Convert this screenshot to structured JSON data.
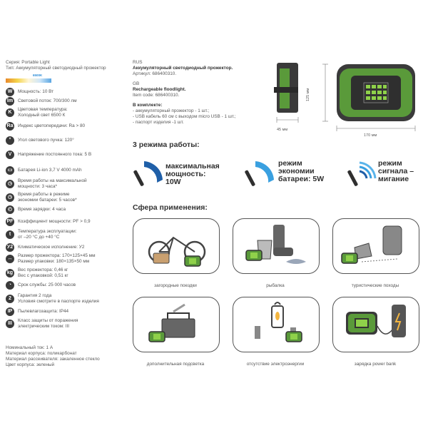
{
  "left": {
    "series": "Серия: Portable Light",
    "type": "Тип: Аккумуляторный светодиодный прожектор",
    "cct_label": "6500K",
    "specs": [
      {
        "icon": "W",
        "text": "Мощность: 10 Вт"
      },
      {
        "icon": "lm",
        "text": "Световой поток: 700/300 лм"
      },
      {
        "icon": "K",
        "text": "Цветовая температура:\nХолодный свет 6500 К"
      },
      {
        "icon": "Ra",
        "text": "Индекс цветопередачи: Ra > 80"
      },
      {
        "icon": "°",
        "text": "Угол светового пучка: 120°"
      },
      {
        "icon": "V",
        "text": "Напряжение постоянного тока: 5 В"
      },
      {
        "icon": "▭",
        "text": "Батарея Li-ion 3,7 V 4000 mAh"
      },
      {
        "icon": "◷",
        "text": "Время работы на максимальной\nмощности: 3 часа*"
      },
      {
        "icon": "◷",
        "text": "Время работы в режиме\nэкономии батареи: 5 часов*"
      },
      {
        "icon": "◴",
        "text": "Время зарядки: 4 часа"
      },
      {
        "icon": "PF",
        "text": "Коэффициент мощности: PF > 0,9"
      },
      {
        "icon": "t",
        "text": "Температура эксплуатации:\nот –20 °С до +40 °С"
      },
      {
        "icon": "У2",
        "text": "Климатическое исполнение: У2"
      },
      {
        "icon": "↔",
        "text": "Размер прожектора: 170×125×45 мм\nРазмер упаковки: 180×135×50 мм"
      },
      {
        "icon": "kg",
        "text": "Вес прожектора: 0,46 кг\nВес с упаковкой: 0,51 кг"
      },
      {
        "icon": "◔",
        "text": "Срок службы: 25 000 часов"
      },
      {
        "icon": "2",
        "text": "Гарантия 2 года\nУсловия смотрите в паспорте изделия"
      },
      {
        "icon": "IP",
        "text": "Пылевлагозащита: IP44"
      },
      {
        "icon": "III",
        "text": "Класс защиты от поражения\nэлектрическим током: III"
      }
    ],
    "footer": [
      "Номинальный ток: 1 А",
      "Материал корпуса: поликарбонат",
      "Материал рассеивателя: закаленное стекло",
      "Цвет корпуса: зеленый"
    ]
  },
  "middle": {
    "rus": "RUS",
    "rus_title": "Аккумуляторный светодиодный прожектор.",
    "rus_article": "Артикул: 686400310.",
    "gb": "GB",
    "gb_title": "Rechargeable floodlight.",
    "gb_code": "Item code: 686400310.",
    "kit_title": "В комплекте:",
    "kit_items": [
      "- аккумуляторный прожектор - 1 шт.;",
      "- USB кабель 60 см с выходом micro USB - 1 шт.;",
      "- паспорт изделия -1 шт."
    ]
  },
  "dims": {
    "depth": "45 мм",
    "width": "170 мм",
    "height": "125 мм"
  },
  "modes": {
    "title": "3 режима работы:",
    "items": [
      {
        "text": "максимальная\nмощность:\n10W"
      },
      {
        "text": "режим\nэкономии\nбатареи: 5W"
      },
      {
        "text": "режим\nсигнала –\nмигание"
      }
    ]
  },
  "usage": {
    "title": "Сфера применения:",
    "tiles": [
      "загородные поездки",
      "рыбалка",
      "туристические походы",
      "дополнительная подсветка",
      "отсутствие электроэнергии",
      "зарядка power bank"
    ]
  },
  "colors": {
    "green": "#5a9a3a",
    "dark": "#3a3a3a",
    "blue": "#2f8fd8"
  }
}
